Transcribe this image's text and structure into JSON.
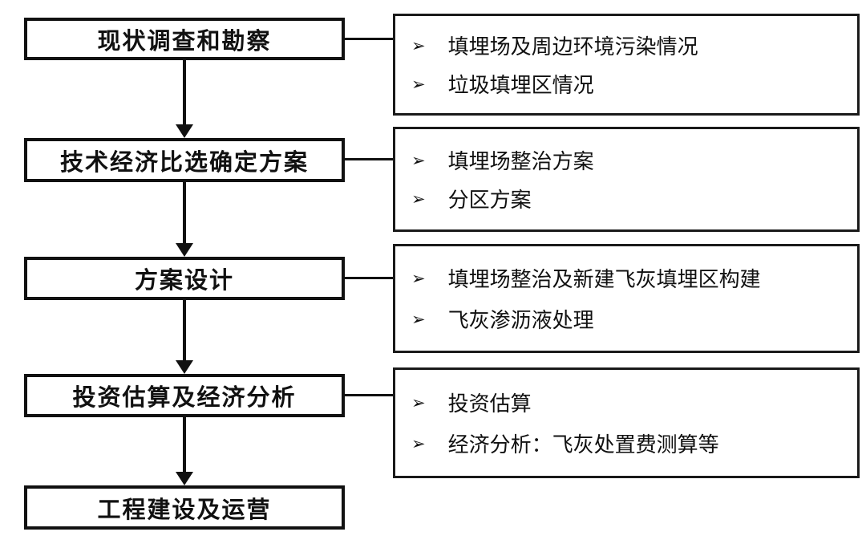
{
  "flow": {
    "bullet_icon": "➢",
    "colors": {
      "background": "#ffffff",
      "line": "#111111",
      "text": "#111111"
    },
    "stages": [
      {
        "label": "现状调查和勘察",
        "details": [
          "填埋场及周边环境污染情况",
          "垃圾填埋区情况"
        ]
      },
      {
        "label": "技术经济比选确定方案",
        "details": [
          "填埋场整治方案",
          "分区方案"
        ]
      },
      {
        "label": "方案设计",
        "details": [
          "填埋场整治及新建飞灰填埋区构建",
          "飞灰渗沥液处理"
        ]
      },
      {
        "label": "投资估算及经济分析",
        "details": [
          "投资估算",
          "经济分析：飞灰处置费测算等"
        ]
      },
      {
        "label": "工程建设及运营",
        "details": []
      }
    ]
  }
}
